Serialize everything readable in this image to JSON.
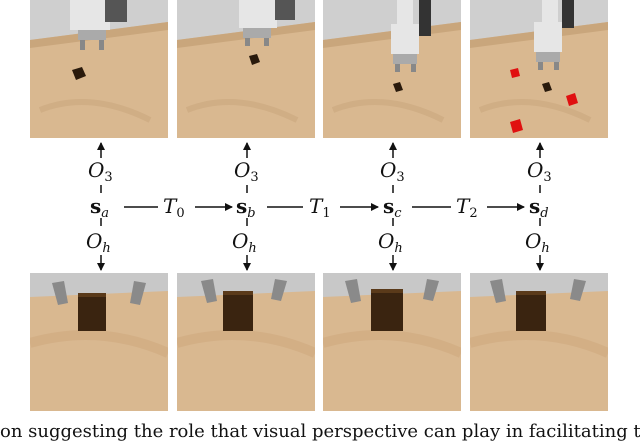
{
  "states": [
    {
      "symbol": "s",
      "subscript": "a"
    },
    {
      "symbol": "s",
      "subscript": "b"
    },
    {
      "symbol": "s",
      "subscript": "c"
    },
    {
      "symbol": "s",
      "subscript": "d"
    }
  ],
  "transitions": [
    {
      "symbol": "T",
      "subscript": "0"
    },
    {
      "symbol": "T",
      "subscript": "1"
    },
    {
      "symbol": "T",
      "subscript": "2"
    }
  ],
  "observations": {
    "top": {
      "symbol": "O",
      "subscript": "3"
    },
    "bottom": {
      "symbol": "O",
      "subscript": "h"
    }
  },
  "caption": "on suggesting the role that visual perspective can play in facilitating the a",
  "colors": {
    "wood": "#d8b791",
    "wall": "#cbcbcb",
    "cube_dark": "#3a2410",
    "cube_red": "#e01010"
  }
}
